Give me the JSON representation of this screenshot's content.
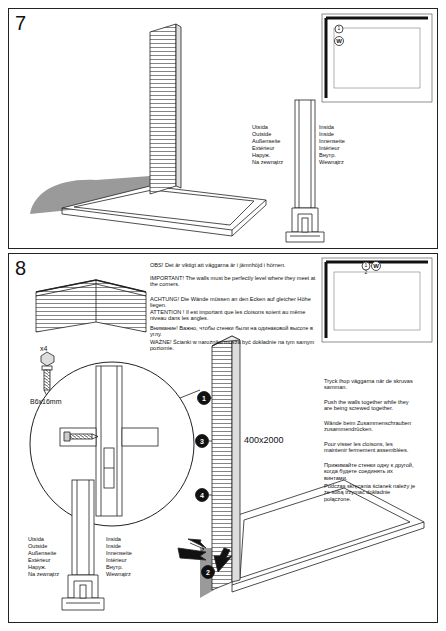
{
  "diagram": {
    "nodes": [
      {
        "text": [
          "7"
        ]
      },
      {
        "text": [
          "8"
        ]
      }
    ],
    "labels": [
      "1",
      "W",
      "Utsida",
      "Outside",
      "Außenseite",
      "Extérieur",
      "Наруж.",
      "Na zewnątrz",
      "Insida",
      "Inside",
      "Innenseite",
      "Intérieur",
      "Внутр.",
      "Wewnątrz",
      "OBS! Det är viktigt att väggarna är i jämnhöjd i hörnen.",
      "IMPORTANT! The walls must be perfectly level where they meet at the corners.",
      "ACHTUNG! Die Wände müssen an den Ecken auf gleicher Höhe liegen.",
      "ATTENTION ! Il est important que les cloisons soient au même niveau dans les angles.",
      "Внимание! Важно, чтобы стенки были на одинаковой высоте в углу.",
      "WAŻNE! Ścianki w narożniku musza być dokładnie na tym samym poziomie.",
      "1",
      "2",
      "W",
      "x4",
      "B6x16mm",
      "1",
      "3",
      "400x2000",
      "4",
      "2",
      "Tryck ihop väggarna när de skruvas samman.",
      "Push the walls together while they are being screwed together.",
      "Wände beim Zusammenschrauben zusammendrücken.",
      "Pour visser les cloisons, les maintenir fermement assemblées.",
      "Прижимайте стенки одну к другой, когда будете соединять их винтами.",
      "Podczas skręcania ścianek należy je ze sobą trzymać dokładnie połączone.",
      "Utsida",
      "Outside",
      "Außenseite",
      "Extérieur",
      "Наруж.",
      "Na zewnątrz",
      "Insida",
      "Inside",
      "Innenseite",
      "Intérieur",
      "Внутр.",
      "Wewnątrz"
    ]
  }
}
